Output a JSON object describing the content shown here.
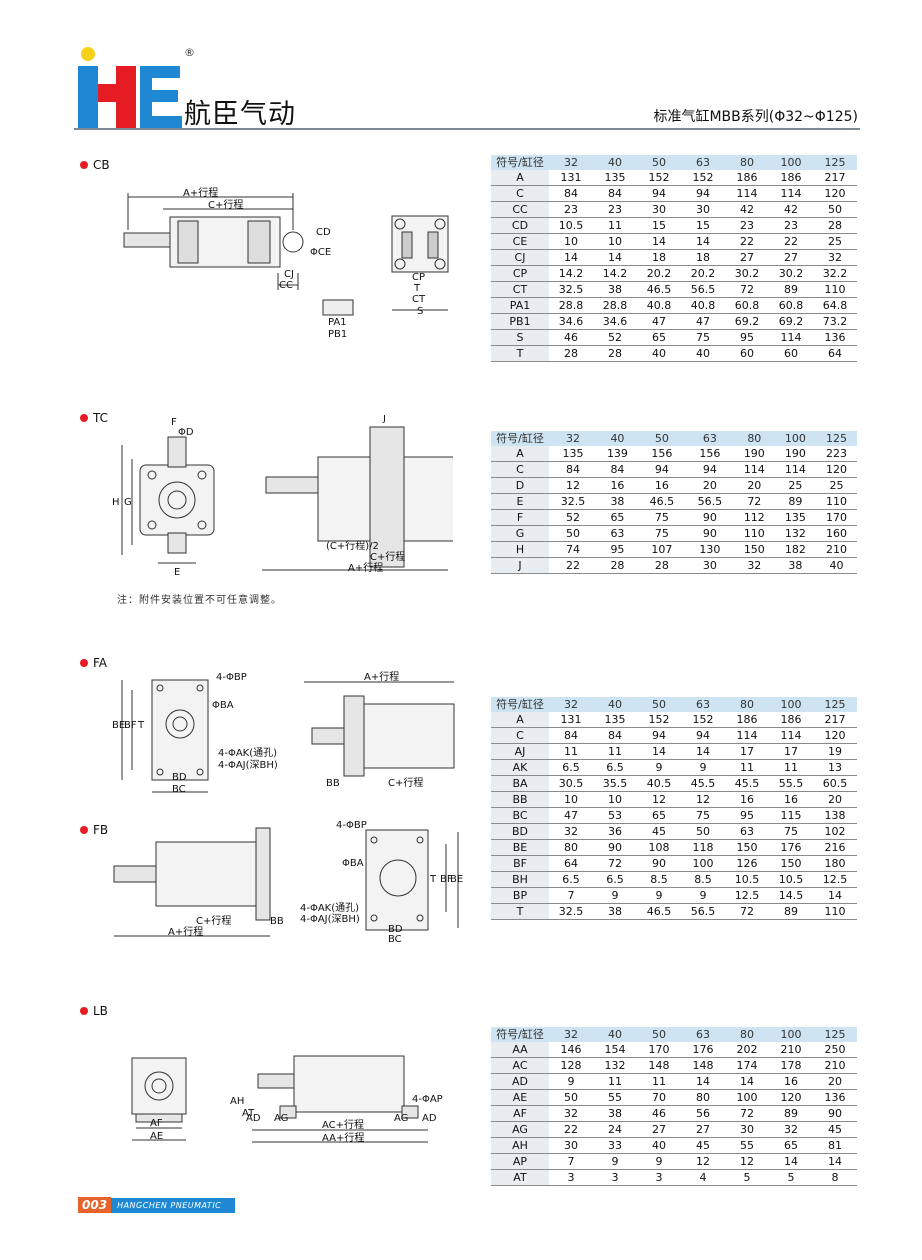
{
  "header": {
    "company_name": "航臣气动",
    "registered_mark": "®",
    "series_title": "标准气缸MBB系列(Φ32~Φ125)",
    "brand_color": "#1e88d2",
    "accent_color": "#e51c23"
  },
  "sections": {
    "cb": {
      "label": "CB",
      "headers": [
        "符号/缸径",
        "32",
        "40",
        "50",
        "63",
        "80",
        "100",
        "125"
      ],
      "rows": [
        [
          "A",
          "131",
          "135",
          "152",
          "152",
          "186",
          "186",
          "217"
        ],
        [
          "C",
          "84",
          "84",
          "94",
          "94",
          "114",
          "114",
          "120"
        ],
        [
          "CC",
          "23",
          "23",
          "30",
          "30",
          "42",
          "42",
          "50"
        ],
        [
          "CD",
          "10.5",
          "11",
          "15",
          "15",
          "23",
          "23",
          "28"
        ],
        [
          "CE",
          "10",
          "10",
          "14",
          "14",
          "22",
          "22",
          "25"
        ],
        [
          "CJ",
          "14",
          "14",
          "18",
          "18",
          "27",
          "27",
          "32"
        ],
        [
          "CP",
          "14.2",
          "14.2",
          "20.2",
          "20.2",
          "30.2",
          "30.2",
          "32.2"
        ],
        [
          "CT",
          "32.5",
          "38",
          "46.5",
          "56.5",
          "72",
          "89",
          "110"
        ],
        [
          "PA1",
          "28.8",
          "28.8",
          "40.8",
          "40.8",
          "60.8",
          "60.8",
          "64.8"
        ],
        [
          "PB1",
          "34.6",
          "34.6",
          "47",
          "47",
          "69.2",
          "69.2",
          "73.2"
        ],
        [
          "S",
          "46",
          "52",
          "65",
          "75",
          "95",
          "114",
          "136"
        ],
        [
          "T",
          "28",
          "28",
          "40",
          "40",
          "60",
          "60",
          "64"
        ]
      ],
      "drawing_labels": {
        "a_stroke": "A+行程",
        "c_stroke": "C+行程",
        "cd": "CD",
        "ce": "ΦCE",
        "cj": "CJ",
        "cc": "CC",
        "pa1": "PA1",
        "pb1": "PB1",
        "cp": "CP",
        "t": "T",
        "ct": "CT",
        "s": "S"
      }
    },
    "tc": {
      "label": "TC",
      "headers": [
        "符号/缸径",
        "32",
        "40",
        "50",
        "63",
        "80",
        "100",
        "125"
      ],
      "rows": [
        [
          "A",
          "135",
          "139",
          "156",
          "156",
          "190",
          "190",
          "223"
        ],
        [
          "C",
          "84",
          "84",
          "94",
          "94",
          "114",
          "114",
          "120"
        ],
        [
          "D",
          "12",
          "16",
          "16",
          "20",
          "20",
          "25",
          "25"
        ],
        [
          "E",
          "32.5",
          "38",
          "46.5",
          "56.5",
          "72",
          "89",
          "110"
        ],
        [
          "F",
          "52",
          "65",
          "75",
          "90",
          "112",
          "135",
          "170"
        ],
        [
          "G",
          "50",
          "63",
          "75",
          "90",
          "110",
          "132",
          "160"
        ],
        [
          "H",
          "74",
          "95",
          "107",
          "130",
          "150",
          "182",
          "210"
        ],
        [
          "J",
          "22",
          "28",
          "28",
          "30",
          "32",
          "38",
          "40"
        ]
      ],
      "drawing_labels": {
        "f": "F",
        "d": "ΦD",
        "h": "H",
        "g": "G",
        "e": "E",
        "j": "J",
        "c_half": "(C+行程)/2",
        "c_stroke": "C+行程",
        "a_stroke": "A+行程"
      },
      "note": "注：附件安装位置不可任意调整。"
    },
    "fa": {
      "label": "FA",
      "headers": [
        "符号/缸径",
        "32",
        "40",
        "50",
        "63",
        "80",
        "100",
        "125"
      ],
      "rows": [
        [
          "A",
          "131",
          "135",
          "152",
          "152",
          "186",
          "186",
          "217"
        ],
        [
          "C",
          "84",
          "84",
          "94",
          "94",
          "114",
          "114",
          "120"
        ],
        [
          "AJ",
          "11",
          "11",
          "14",
          "14",
          "17",
          "17",
          "19"
        ],
        [
          "AK",
          "6.5",
          "6.5",
          "9",
          "9",
          "11",
          "11",
          "13"
        ],
        [
          "BA",
          "30.5",
          "35.5",
          "40.5",
          "45.5",
          "45.5",
          "55.5",
          "60.5"
        ],
        [
          "BB",
          "10",
          "10",
          "12",
          "12",
          "16",
          "16",
          "20"
        ],
        [
          "BC",
          "47",
          "53",
          "65",
          "75",
          "95",
          "115",
          "138"
        ],
        [
          "BD",
          "32",
          "36",
          "45",
          "50",
          "63",
          "75",
          "102"
        ],
        [
          "BE",
          "80",
          "90",
          "108",
          "118",
          "150",
          "176",
          "216"
        ],
        [
          "BF",
          "64",
          "72",
          "90",
          "100",
          "126",
          "150",
          "180"
        ],
        [
          "BH",
          "6.5",
          "6.5",
          "8.5",
          "8.5",
          "10.5",
          "10.5",
          "12.5"
        ],
        [
          "BP",
          "7",
          "9",
          "9",
          "9",
          "12.5",
          "14.5",
          "14"
        ],
        [
          "T",
          "32.5",
          "38",
          "46.5",
          "56.5",
          "72",
          "89",
          "110"
        ]
      ],
      "drawing_labels": {
        "bp": "4-ΦBP",
        "ba": "ΦBA",
        "be": "BE",
        "bf": "BF",
        "t": "T",
        "ak": "4-ΦAK(通孔)",
        "aj": "4-ΦAJ(深BH)",
        "bd": "BD",
        "bc": "BC",
        "a_stroke": "A+行程",
        "bb": "BB",
        "c_stroke": "C+行程"
      }
    },
    "fb": {
      "label": "FB",
      "drawing_labels": {
        "c_stroke": "C+行程",
        "bb": "BB",
        "a_stroke": "A+行程",
        "bp": "4-ΦBP",
        "ba": "ΦBA",
        "ak": "4-ΦAK(通孔)",
        "aj": "4-ΦAJ(深BH)",
        "bd": "BD",
        "bc": "BC",
        "t": "T",
        "bf": "BF",
        "be": "BE"
      }
    },
    "lb": {
      "label": "LB",
      "headers": [
        "符号/缸径",
        "32",
        "40",
        "50",
        "63",
        "80",
        "100",
        "125"
      ],
      "rows": [
        [
          "AA",
          "146",
          "154",
          "170",
          "176",
          "202",
          "210",
          "250"
        ],
        [
          "AC",
          "128",
          "132",
          "148",
          "148",
          "174",
          "178",
          "210"
        ],
        [
          "AD",
          "9",
          "11",
          "11",
          "14",
          "14",
          "16",
          "20"
        ],
        [
          "AE",
          "50",
          "55",
          "70",
          "80",
          "100",
          "120",
          "136"
        ],
        [
          "AF",
          "32",
          "38",
          "46",
          "56",
          "72",
          "89",
          "90"
        ],
        [
          "AG",
          "22",
          "24",
          "27",
          "27",
          "30",
          "32",
          "45"
        ],
        [
          "AH",
          "30",
          "33",
          "40",
          "45",
          "55",
          "65",
          "81"
        ],
        [
          "AP",
          "7",
          "9",
          "9",
          "12",
          "12",
          "14",
          "14"
        ],
        [
          "AT",
          "3",
          "3",
          "3",
          "4",
          "5",
          "5",
          "8"
        ]
      ],
      "drawing_labels": {
        "af": "AF",
        "ae": "AE",
        "ah": "AH",
        "at": "AT",
        "ad": "AD",
        "ag": "AG",
        "ac_stroke": "AC+行程",
        "aa_stroke": "AA+行程",
        "ap": "4-ΦAP"
      }
    }
  },
  "footer": {
    "page_number": "003",
    "brand_en": "HANGCHEN PNEUMATIC"
  }
}
